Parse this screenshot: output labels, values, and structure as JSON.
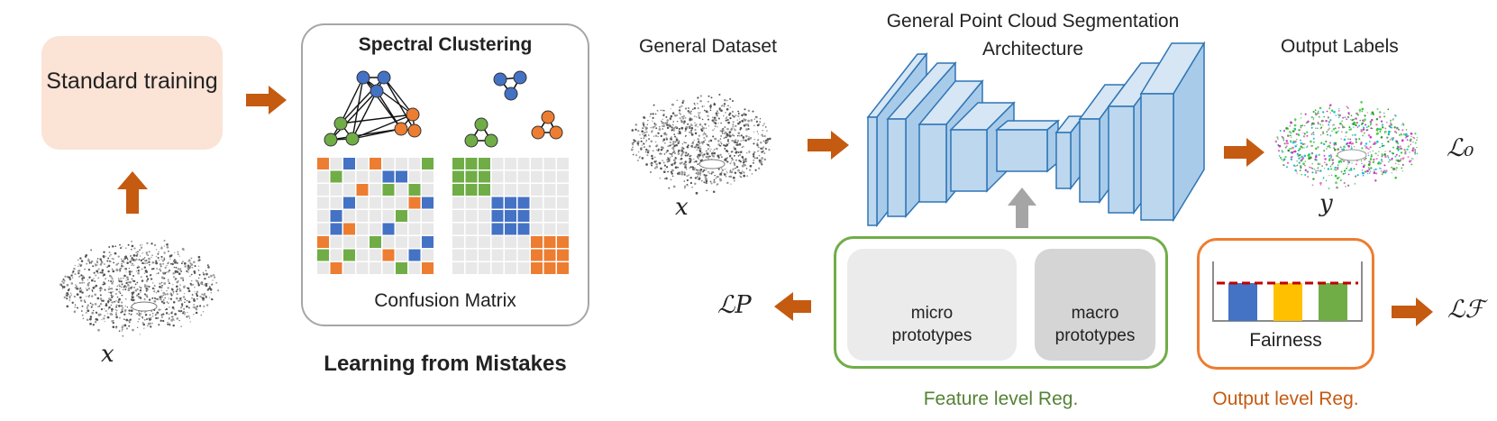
{
  "standard_training": {
    "label": "Standard training",
    "input_symbol": "x"
  },
  "learning_from_mistakes": {
    "title": "Learning from Mistakes",
    "spectral_clustering_label": "Spectral Clustering",
    "confusion_matrix_label": "Confusion Matrix"
  },
  "general_dataset": {
    "label": "General Dataset",
    "input_symbol": "x"
  },
  "architecture": {
    "label_line1": "General Point Cloud Segmentation",
    "label_line2": "Architecture"
  },
  "output": {
    "label": "Output Labels",
    "symbol": "y"
  },
  "losses": {
    "l0": "ℒ₀",
    "lp": "ℒP",
    "lf": "ℒℱ"
  },
  "feature_reg": {
    "label": "Feature level Reg.",
    "micro_line1": "micro",
    "micro_line2": "prototypes",
    "macro_line1": "macro",
    "macro_line2": "prototypes"
  },
  "output_reg": {
    "label": "Output level Reg.",
    "fairness_label": "Fairness"
  },
  "colors": {
    "arrow": "#c55a11",
    "blue": "#4472c4",
    "green": "#70ad47",
    "orange": "#ed7d31",
    "yellow": "#ffc000",
    "block_fill": "#bdd7ee",
    "block_stroke": "#2e75b6",
    "dashed_line": "#c00000",
    "std_fill": "#fbe3d6"
  }
}
